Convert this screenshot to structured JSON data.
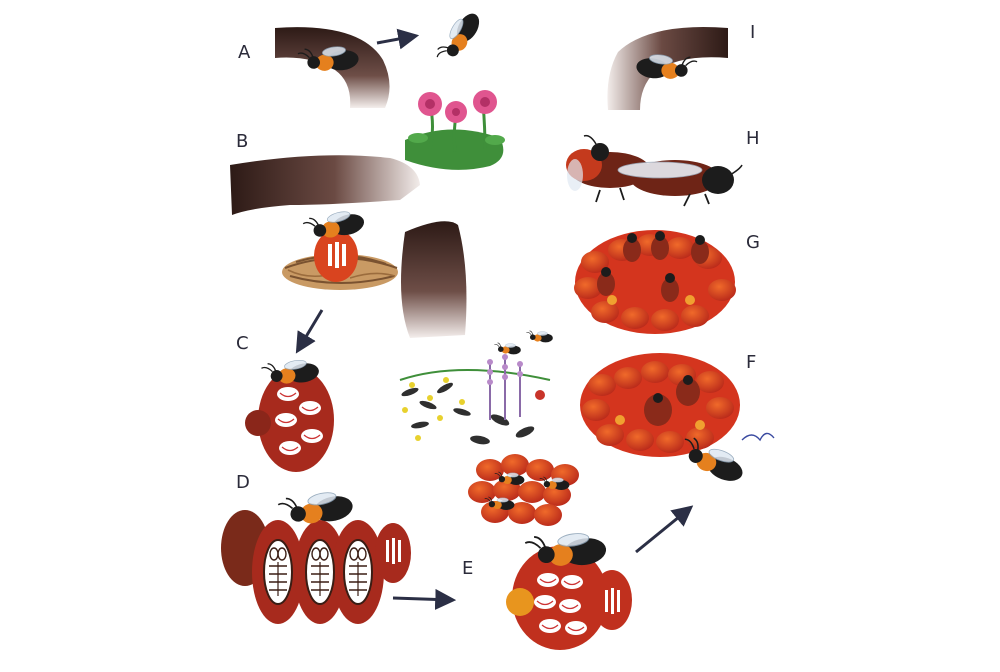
{
  "labels": {
    "a": "A",
    "b": "B",
    "c": "C",
    "d": "D",
    "e": "E",
    "f": "F",
    "g": "G",
    "h": "H",
    "i": "I"
  },
  "colors": {
    "soil_dark": "#3a2520",
    "cell_red": "#c0301e",
    "cell_orange": "#e25a25",
    "bee_black": "#1c1c1c",
    "bee_orange": "#e5801e",
    "flower_pink": "#e0558f",
    "leaf_green": "#3f8f3a",
    "arrow": "#2b2f45"
  }
}
